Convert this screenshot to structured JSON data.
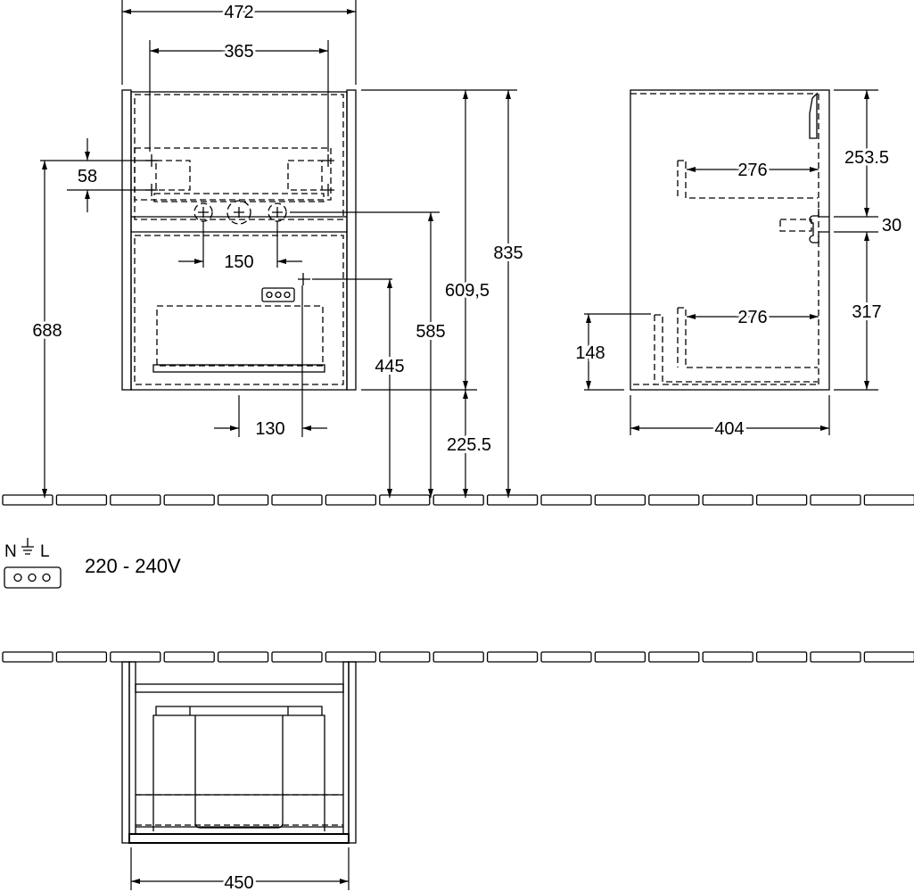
{
  "front_view": {
    "dims": {
      "overall_width": "472",
      "mount_spacing": "365",
      "mount_height_diff": "58",
      "mount_height": "688",
      "tap_spacing": "150",
      "socket_offset": "130",
      "socket_height": "445",
      "drain_height": "585",
      "top_to_bottom": "609,5",
      "floor_clearance": "225.5",
      "total_height": "835"
    }
  },
  "side_view": {
    "dims": {
      "top_drawer_height": "253.5",
      "divider": "30",
      "bottom_drawer_height": "317",
      "depth": "404",
      "panel_height": "148",
      "top_drawer_depth": "276",
      "bottom_drawer_depth": "276"
    }
  },
  "power": {
    "neutral": "N",
    "live": "L",
    "voltage": "220 - 240V"
  },
  "top_view": {
    "dims": {
      "inner_width": "450"
    }
  }
}
